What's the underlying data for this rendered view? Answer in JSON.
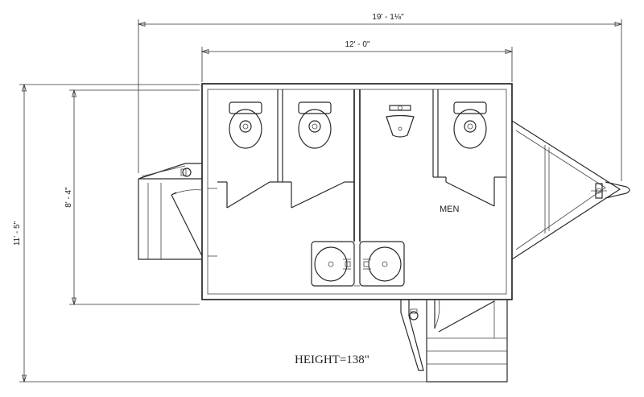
{
  "dimensions": {
    "overall_length": "19' - 1⅛\"",
    "body_length": "12' - 0\"",
    "interior_width": "8' - 4\"",
    "overall_width": "11' - 5\""
  },
  "room_label": "MEN",
  "height_note": "HEIGHT=138\""
}
